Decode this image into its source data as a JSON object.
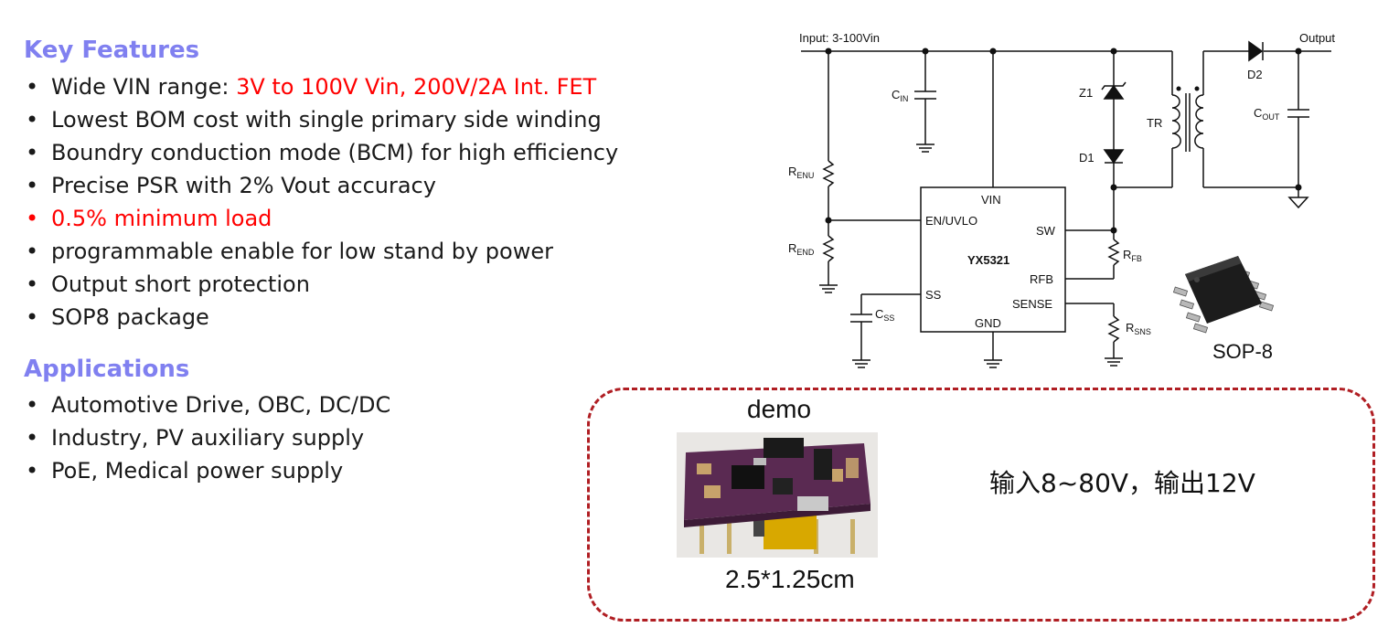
{
  "key_features": {
    "heading": "Key Features",
    "items": [
      {
        "prefix": "Wide VIN range: ",
        "highlight": "3V to 100V Vin, 200V/2A Int. FET"
      },
      {
        "prefix": "Lowest BOM cost with single primary side winding",
        "highlight": ""
      },
      {
        "prefix": "Boundry conduction mode (BCM) for high efficiency",
        "highlight": ""
      },
      {
        "prefix": "Precise PSR with 2% Vout accuracy",
        "highlight": ""
      },
      {
        "prefix": "0.5% minimum load",
        "highlight": "",
        "red": true
      },
      {
        "prefix": "programmable enable for low stand by power",
        "highlight": ""
      },
      {
        "prefix": "Output short protection",
        "highlight": ""
      },
      {
        "prefix": "SOP8 package",
        "highlight": ""
      }
    ]
  },
  "applications": {
    "heading": "Applications",
    "items": [
      "Automotive Drive, OBC, DC/DC",
      "Industry, PV auxiliary supply",
      "PoE, Medical power supply"
    ]
  },
  "schematic": {
    "input_label": "Input: 3-100Vin",
    "output_label": "Output",
    "chip_name": "YX5321",
    "pins": {
      "vin": "VIN",
      "en": "EN/UVLO",
      "sw": "SW",
      "rfb": "RFB",
      "ss": "SS",
      "sense": "SENSE",
      "gnd": "GND"
    },
    "components": {
      "cin": {
        "main": "C",
        "sub": "IN"
      },
      "renu": {
        "main": "R",
        "sub": "ENU"
      },
      "rend": {
        "main": "R",
        "sub": "END"
      },
      "css": {
        "main": "C",
        "sub": "SS"
      },
      "rfb": {
        "main": "R",
        "sub": "FB"
      },
      "rsns": {
        "main": "R",
        "sub": "SNS"
      },
      "cout": {
        "main": "C",
        "sub": "OUT"
      },
      "z1": "Z1",
      "d1": "D1",
      "d2": "D2",
      "tr": "TR"
    },
    "package_label": "SOP-8"
  },
  "demo": {
    "title": "demo",
    "board_size": "2.5*1.25cm",
    "description": "输入8~80V，输出12V"
  },
  "colors": {
    "heading": "#8080f0",
    "highlight": "#ff0000",
    "demo_border": "#b01e23",
    "pcb": "#5a2a52"
  }
}
